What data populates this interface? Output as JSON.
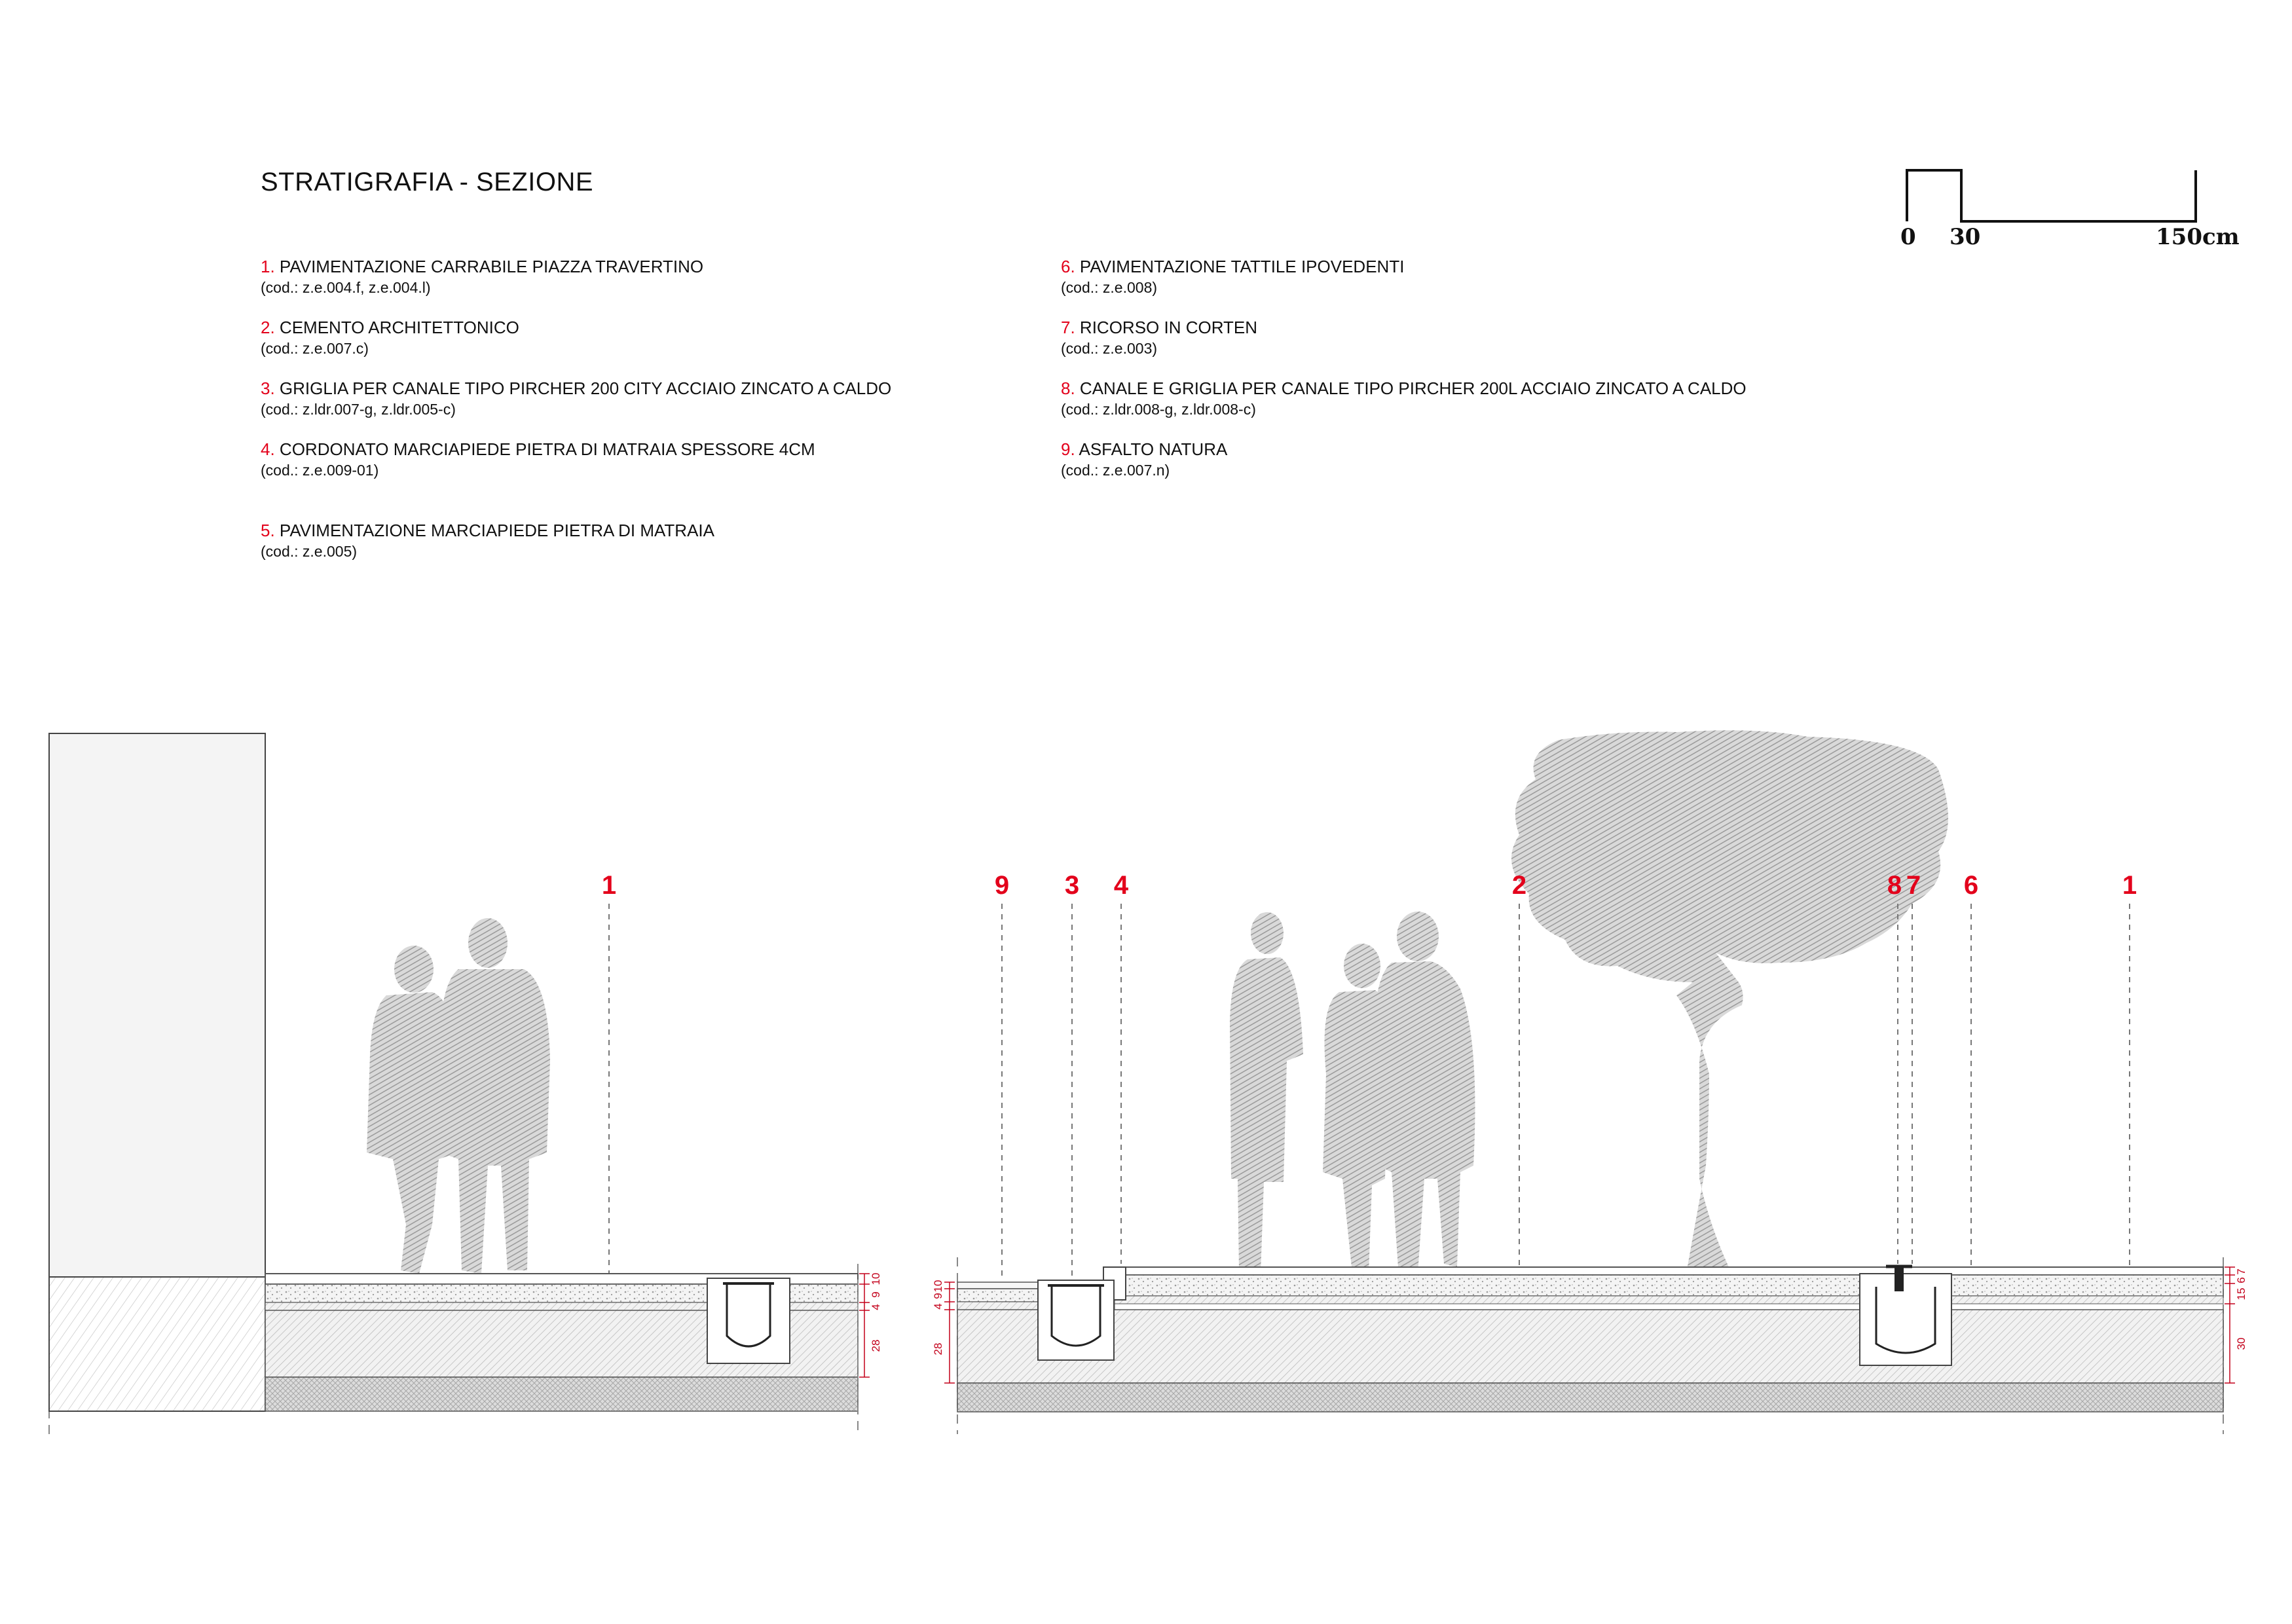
{
  "title": "STRATIGRAFIA - SEZIONE",
  "legend_left": [
    {
      "num": "1.",
      "text": "PAVIMENTAZIONE CARRABILE PIAZZA TRAVERTINO",
      "code": "(cod.: z.e.004.f, z.e.004.l)"
    },
    {
      "num": "2.",
      "text": "CEMENTO ARCHITETTONICO",
      "code": "(cod.: z.e.007.c)"
    },
    {
      "num": "3.",
      "text": "GRIGLIA PER CANALE TIPO PIRCHER 200 CITY ACCIAIO ZINCATO A CALDO",
      "code": "(cod.: z.ldr.007-g, z.ldr.005-c)"
    },
    {
      "num": "4.",
      "text": "CORDONATO MARCIAPIEDE PIETRA DI MATRAIA SPESSORE 4CM",
      "code": "(cod.: z.e.009-01)"
    },
    {
      "num": "5.",
      "text": "PAVIMENTAZIONE MARCIAPIEDE PIETRA DI MATRAIA",
      "code": "(cod.: z.e.005)"
    }
  ],
  "legend_right": [
    {
      "num": "6.",
      "text": "PAVIMENTAZIONE TATTILE IPOVEDENTI",
      "code": "(cod.: z.e.008)"
    },
    {
      "num": "7.",
      "text": "RICORSO IN CORTEN",
      "code": "(cod.: z.e.003)"
    },
    {
      "num": "8.",
      "text": "CANALE E GRIGLIA PER CANALE TIPO PIRCHER 200L ACCIAIO ZINCATO A CALDO",
      "code": "(cod.: z.ldr.008-g, z.ldr.008-c)"
    },
    {
      "num": "9.",
      "text": "ASFALTO NATURA",
      "code": "(cod.: z.e.007.n)"
    }
  ],
  "scale_bar": {
    "label_0": "0",
    "label_30": "30",
    "label_150": "150cm"
  },
  "callouts": [
    "1",
    "9",
    "3",
    "4",
    "2",
    "8",
    "7",
    "6",
    "1"
  ],
  "dimensions": {
    "left_section": [
      "10",
      "9",
      "4",
      "28"
    ],
    "right_section_left": [
      "10",
      "9",
      "4",
      "28"
    ],
    "right_section_right": [
      "7",
      "6",
      "15",
      "30"
    ]
  },
  "colors": {
    "callout": "#e3001b",
    "silhouette": "#a9a9a9",
    "line": "#111111"
  }
}
